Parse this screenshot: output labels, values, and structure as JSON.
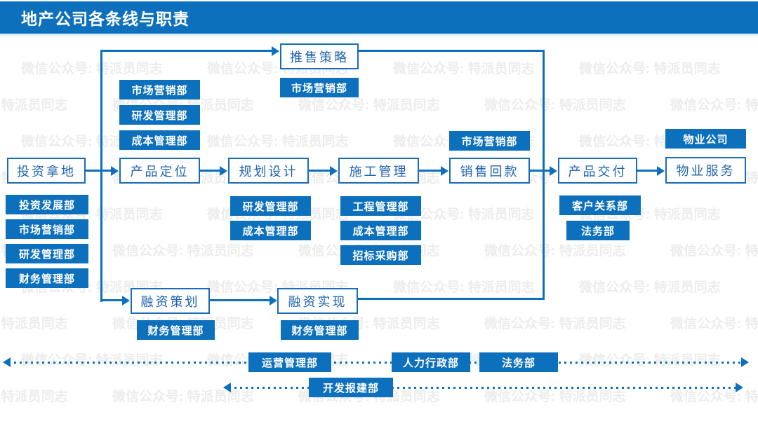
{
  "header": {
    "title": "地产公司各条线与职责"
  },
  "watermark": {
    "text": "微信公众号: 特派员同志"
  },
  "colors": {
    "primary": "#0d70bd",
    "stage_text": "#1f63ae",
    "stage_border": "#1a6cba",
    "watermark_gray": "#ececec"
  },
  "stages": {
    "investment": "投资拿地",
    "positioning": "产品定位",
    "planning": "规划设计",
    "construction": "施工管理",
    "sales": "销售回款",
    "delivery": "产品交付",
    "property_service": "物业服务",
    "promotion": "推售策略",
    "financing_planning": "融资策划",
    "financing_realization": "融资实现"
  },
  "departments": {
    "investment": [
      "投资发展部",
      "市场营销部",
      "研发管理部",
      "财务管理部"
    ],
    "positioning": [
      "市场营销部",
      "研发管理部",
      "成本管理部"
    ],
    "promotion": [
      "市场营销部"
    ],
    "planning": [
      "研发管理部",
      "成本管理部"
    ],
    "construction": [
      "工程管理部",
      "成本管理部",
      "招标采购部"
    ],
    "sales": [
      "市场营销部"
    ],
    "delivery": [
      "客户关系部",
      "法务部"
    ],
    "property_service": [
      "物业公司"
    ],
    "financing_planning": [
      "财务管理部"
    ],
    "financing_realization": [
      "财务管理部"
    ]
  },
  "support": {
    "row1": [
      "运营管理部",
      "人力行政部",
      "法务部"
    ],
    "row2": [
      "开发报建部"
    ]
  }
}
